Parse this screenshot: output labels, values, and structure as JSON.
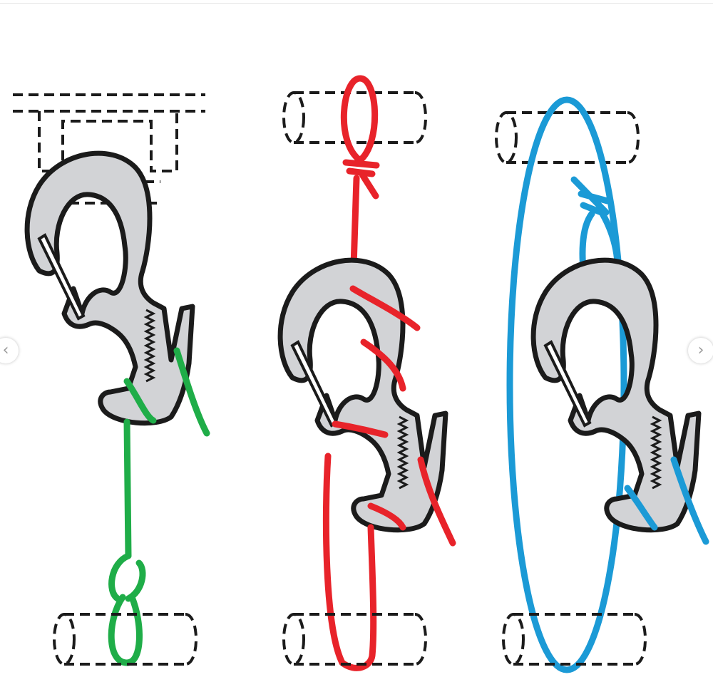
{
  "carousel": {
    "prev_icon": "chevron-left-icon",
    "next_icon": "chevron-right-icon",
    "prev_glyph": "‹",
    "next_glyph": "›"
  },
  "colors": {
    "background": "#ffffff",
    "hook_fill": "#d2d3d6",
    "outline": "#1b1b1b",
    "rope_green": "#1fad48",
    "rope_red": "#e8232a",
    "rope_blue": "#1b9ad6"
  },
  "panels": [
    {
      "name": "panel-hang-from-bracket",
      "rope_color": "#1fad48",
      "anchor": "bracket",
      "icons": [
        "carabiner-hook-icon",
        "rope-icon",
        "bracket-icon",
        "bar-icon"
      ]
    },
    {
      "name": "panel-loop-through-hook",
      "rope_color": "#e8232a",
      "anchor": "bar",
      "icons": [
        "carabiner-hook-icon",
        "rope-icon",
        "bar-icon"
      ]
    },
    {
      "name": "panel-loop-around-bars",
      "rope_color": "#1b9ad6",
      "anchor": "bar",
      "icons": [
        "carabiner-hook-icon",
        "rope-icon",
        "bar-icon"
      ]
    }
  ]
}
